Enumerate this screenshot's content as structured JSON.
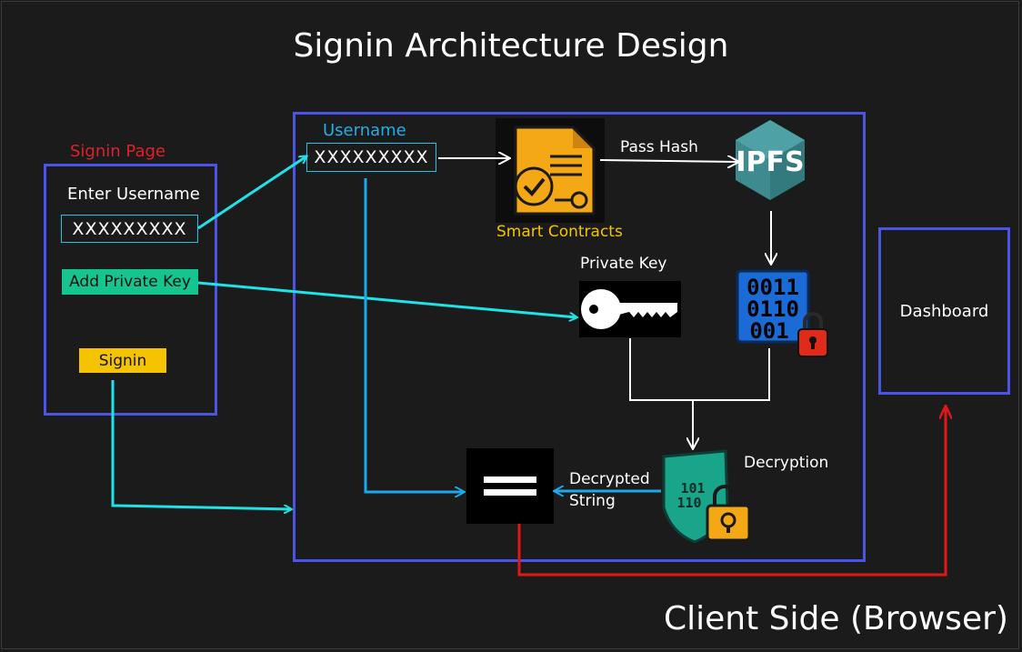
{
  "title": "Signin Architecture Design",
  "signin_page": {
    "caption": "Signin Page",
    "enter_username_label": "Enter Username",
    "username_value": "XXXXXXXXX",
    "add_private_key_label": "Add Private Key",
    "signin_label": "Signin"
  },
  "process": {
    "username_label": "Username",
    "username_value": "XXXXXXXXX",
    "smart_contracts_label": "Smart Contracts",
    "pass_hash_label": "Pass Hash",
    "ipfs_label": "IPFS",
    "private_key_label": "Private Key",
    "encrypted_bits": [
      "0011",
      "0110",
      "001"
    ],
    "decryption_label": "Decryption",
    "decrypted_string_label_1": "Decrypted",
    "decrypted_string_label_2": "String",
    "decrypted_bits": [
      "101",
      "110"
    ]
  },
  "dashboard_label": "Dashboard",
  "footer": "Client Side (Browser)",
  "colors": {
    "background": "#1b1b1b",
    "box_border": "#4a55e8",
    "cyan_arrow": "#1ee3e8",
    "blue_arrow": "#1ea8e8",
    "red_arrow": "#e01818",
    "signin_caption": "#e0202a",
    "username_caption": "#22aee8",
    "smart_contracts_text": "#f5c400",
    "green_button": "#15c48f",
    "yellow_button": "#f5c400"
  },
  "icons": [
    "smart-contract-document-icon",
    "ipfs-cube-icon",
    "key-icon",
    "encrypted-binary-lock-icon",
    "shield-unlock-icon",
    "equals-icon"
  ]
}
